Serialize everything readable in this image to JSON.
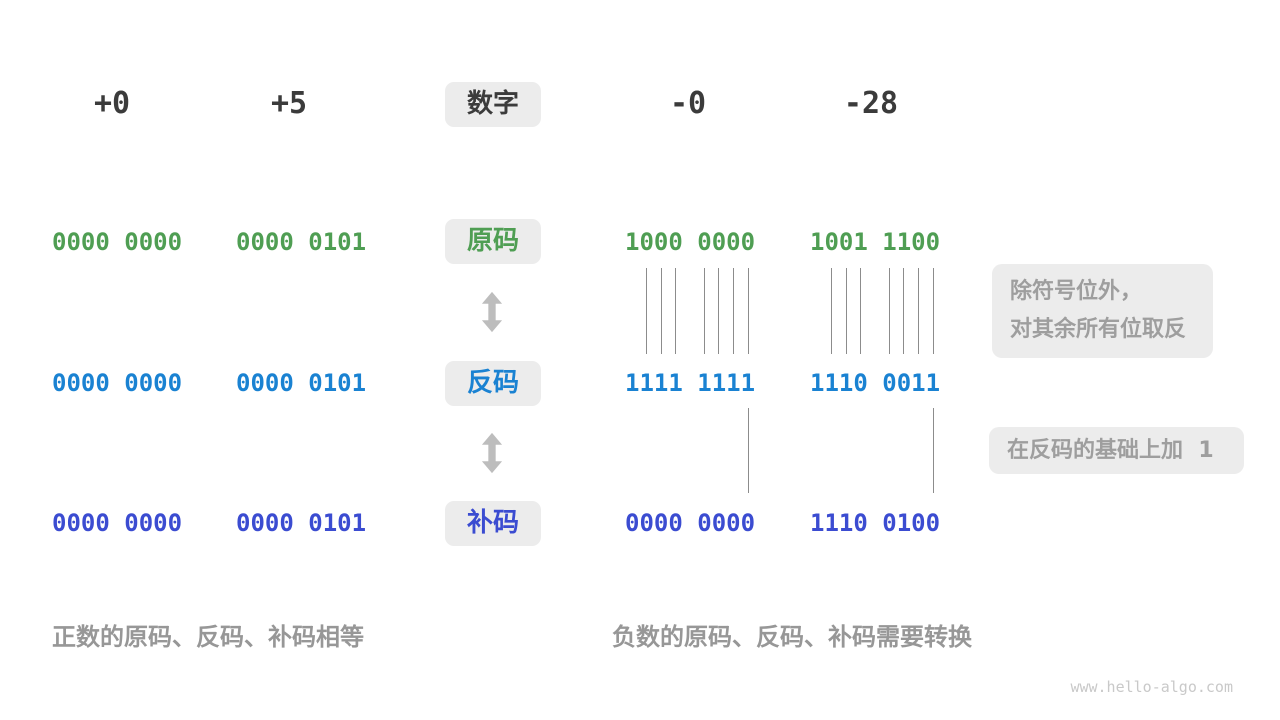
{
  "colors": {
    "text_dark": "#3b3b3b",
    "sign_magnitude_green": "#4f9e53",
    "ones_complement_blue": "#1a82d2",
    "twos_complement_indigo": "#3b4cd1",
    "label_box_bg": "#ececec",
    "note_text_gray": "#9e9e9e",
    "caption_gray": "#979797",
    "connector_line_gray": "#8c8c8c",
    "arrow_gray": "#bdbdbd",
    "watermark_gray": "#c9c9c9"
  },
  "row_labels": {
    "number": "数字",
    "sign": "原码",
    "ones": "反码",
    "twos": "补码"
  },
  "columns": [
    {
      "header": "+0",
      "sign": "0000 0000",
      "ones": "0000 0000",
      "twos": "0000 0000"
    },
    {
      "header": "+5",
      "sign": "0000 0101",
      "ones": "0000 0101",
      "twos": "0000 0101"
    },
    {
      "header": "-0",
      "sign": "1000 0000",
      "ones": "1111 1111",
      "twos": "0000 0000"
    },
    {
      "header": "-28",
      "sign": "1001 1100",
      "ones": "1110 0011",
      "twos": "1110 0100"
    }
  ],
  "annotations": {
    "invert_line1": "除符号位外，",
    "invert_line2": "对其余所有位取反",
    "add_one": "在反码的基础上加  1"
  },
  "captions": {
    "positive": "正数的原码、反码、补码相等",
    "negative": "负数的原码、反码、补码需要转换"
  },
  "watermark": "www.hello-algo.com"
}
